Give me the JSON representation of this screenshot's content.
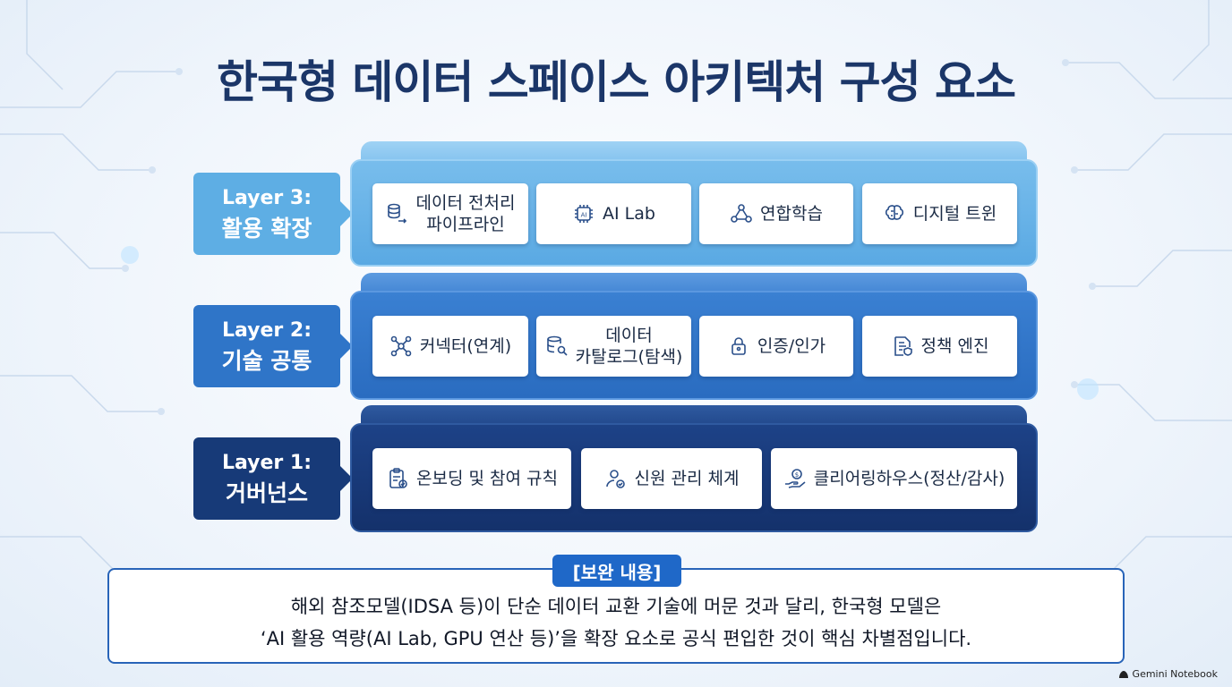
{
  "title": "한국형 데이터 스페이스 아키텍처 구성 요소",
  "layers": [
    {
      "label_line1": "Layer 3:",
      "label_line2": "활용 확장",
      "items": [
        {
          "icon": "database-pipeline-icon",
          "line1": "데이터 전처리",
          "line2": "파이프라인"
        },
        {
          "icon": "ai-chip-icon",
          "line1": "AI Lab",
          "line2": ""
        },
        {
          "icon": "federated-network-icon",
          "line1": "연합학습",
          "line2": ""
        },
        {
          "icon": "brain-icon",
          "line1": "디지털 트윈",
          "line2": ""
        }
      ]
    },
    {
      "label_line1": "Layer 2:",
      "label_line2": "기술 공통",
      "items": [
        {
          "icon": "connector-network-icon",
          "line1": "커넥터(연계)",
          "line2": ""
        },
        {
          "icon": "database-search-icon",
          "line1": "데이터",
          "line2": "카탈로그(탐색)"
        },
        {
          "icon": "lock-icon",
          "line1": "인증/인가",
          "line2": ""
        },
        {
          "icon": "policy-document-icon",
          "line1": "정책 엔진",
          "line2": ""
        }
      ]
    },
    {
      "label_line1": "Layer 1:",
      "label_line2": "거버넌스",
      "items": [
        {
          "icon": "clipboard-check-icon",
          "line1": "온보딩 및 참여 규칙",
          "line2": ""
        },
        {
          "icon": "user-verified-icon",
          "line1": "신원 관리 체계",
          "line2": ""
        },
        {
          "icon": "hand-coin-icon",
          "line1": "클리어링하우스(정산/감사)",
          "line2": ""
        }
      ]
    }
  ],
  "note": {
    "tag": "[보완 내용]",
    "line1": "해외 참조모델(IDSA 등)이 단순 데이터 교환 기술에 머문 것과 달리, 한국형 모델은",
    "line2": "‘AI 활용 역량(AI Lab, GPU 연산 등)’을 확장 요소로 공식 편입한 것이 핵심 차별점입니다."
  },
  "watermark": "Gemini Notebook",
  "colors": {
    "layer3": "#5eaee4",
    "layer2": "#2f75c8",
    "layer1": "#173a78",
    "accent": "#1f68c8"
  }
}
